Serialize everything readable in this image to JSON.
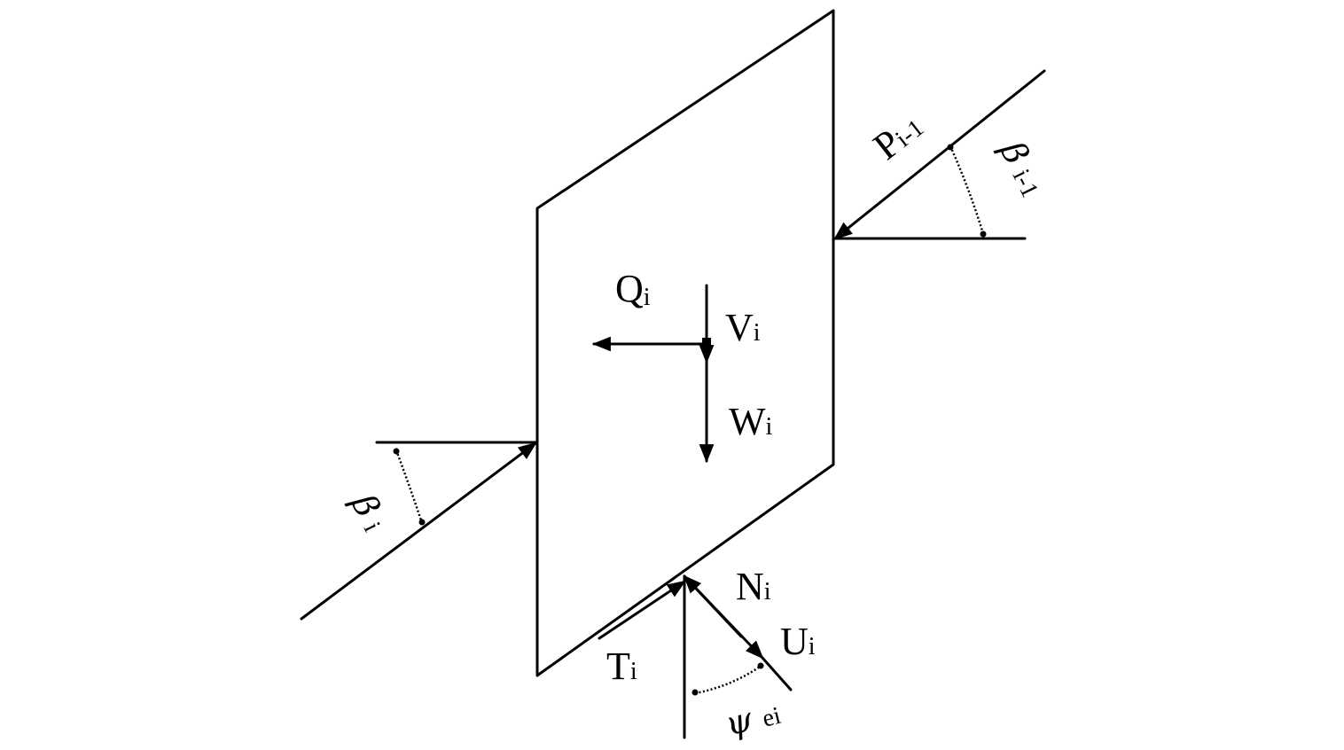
{
  "labels": {
    "P": {
      "base": "P",
      "sub": "i-1"
    },
    "Bp": {
      "base": "β",
      "sub": "i-1"
    },
    "Q": {
      "base": "Q",
      "sub": "i"
    },
    "V": {
      "base": "V",
      "sub": "i"
    },
    "W": {
      "base": "W",
      "sub": "i"
    },
    "B": {
      "base": "β",
      "sub": "i"
    },
    "N": {
      "base": "N",
      "sub": "i"
    },
    "U": {
      "base": "U",
      "sub": "i"
    },
    "T": {
      "base": "T",
      "sub": "i"
    },
    "psi": {
      "base": "ψ",
      "sub": "ei"
    }
  }
}
